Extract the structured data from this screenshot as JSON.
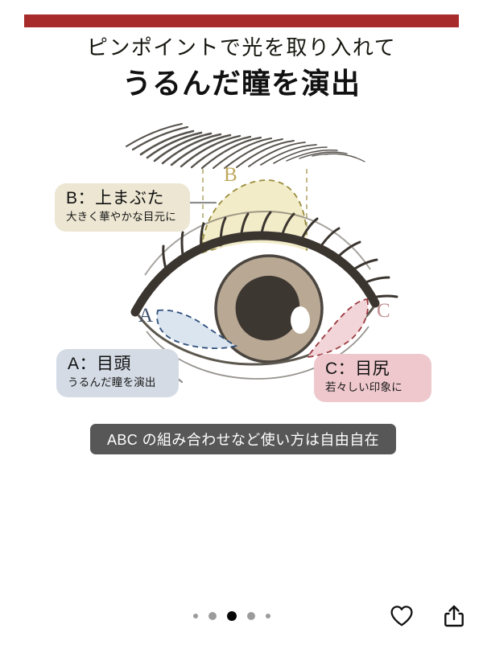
{
  "top_bar": {
    "accent_color": "#a72b2a"
  },
  "headline": {
    "sub": "ピンポイントで光を取り入れて",
    "main": "うるんだ瞳を演出"
  },
  "illustration": {
    "markers": [
      {
        "id": "A",
        "letter": "A",
        "color": "#3f4f6b"
      },
      {
        "id": "B",
        "letter": "B",
        "color": "#bfa95c"
      },
      {
        "id": "C",
        "letter": "C",
        "color": "#c08e92"
      }
    ],
    "zones": {
      "a_inner_corner": {
        "fill": "#dbe5f0",
        "stroke": "#2f4f7a"
      },
      "b_upper_lid": {
        "fill": "#f2ecc9",
        "stroke": "#9a8d3f"
      },
      "c_outer_corner": {
        "fill": "#f2d5d8",
        "stroke": "#9a3a40"
      }
    },
    "iris_color": "#b9a894",
    "pupil_color": "#3d3732",
    "highlight_color": "#ffffff",
    "line_color": "#4a453f"
  },
  "callouts": [
    {
      "key": "b",
      "title": "B：上まぶた",
      "desc": "大きく華やかな目元に",
      "bg": "#ece6d2"
    },
    {
      "key": "a",
      "title": "A：目頭",
      "desc": "うるんだ瞳を演出",
      "bg": "#d4dbe4"
    },
    {
      "key": "c",
      "title": "C：目尻",
      "desc": "若々しい印象に",
      "bg": "#eec8cd"
    }
  ],
  "banner": {
    "label": "ABC の組み合わせなど使い方は自由自在",
    "bg": "#575757",
    "text_color": "#ffffff"
  },
  "bottom_bar": {
    "pagination": {
      "total": 5,
      "active_index": 2,
      "dots": [
        {
          "size": "sm",
          "active": false
        },
        {
          "size": "md",
          "active": false
        },
        {
          "size": "lg",
          "active": true
        },
        {
          "size": "md",
          "active": false
        },
        {
          "size": "sm",
          "active": false
        }
      ]
    },
    "actions": [
      {
        "name": "like-button",
        "icon": "heart-icon"
      },
      {
        "name": "share-button",
        "icon": "share-icon"
      }
    ]
  }
}
